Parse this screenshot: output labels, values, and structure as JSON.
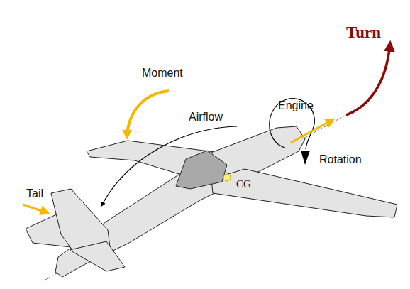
{
  "diagram": {
    "labels": [
      "Turn",
      "Moment",
      "Airflow",
      "Engine",
      "Rotation",
      "Tail",
      "CG"
    ]
  }
}
